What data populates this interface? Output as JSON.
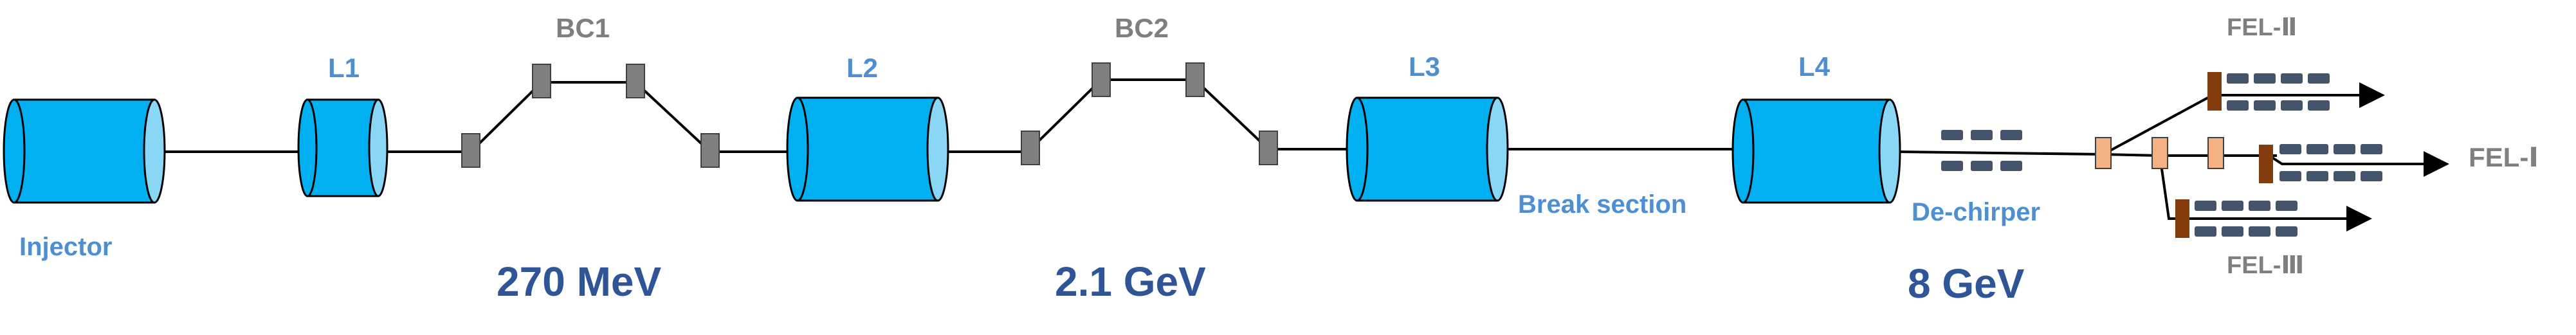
{
  "labels": {
    "injector": "Injector",
    "l1": "L1",
    "bc1": "BC1",
    "l2": "L2",
    "bc2": "BC2",
    "l3": "L3",
    "l4": "L4",
    "break_section": "Break section",
    "dechirper": "De-chirper",
    "fel1": "FEL-Ⅰ",
    "fel2": "FEL-Ⅱ",
    "fel3": "FEL-Ⅲ"
  },
  "energies": {
    "e1": "270 MeV",
    "e2": "2.1 GeV",
    "e3": "8 GeV"
  },
  "colors": {
    "accelerator_body": "#00b0f0",
    "accelerator_cap": "#8ad7f5",
    "magnet": "#7f7f7f",
    "undulator": "#44546a",
    "undulator_entrance": "#843c0c",
    "kicker": "#f4b183",
    "label_blue": "#4d8fd0",
    "label_gray": "#7f7f7f",
    "label_navy": "#2f5597"
  }
}
